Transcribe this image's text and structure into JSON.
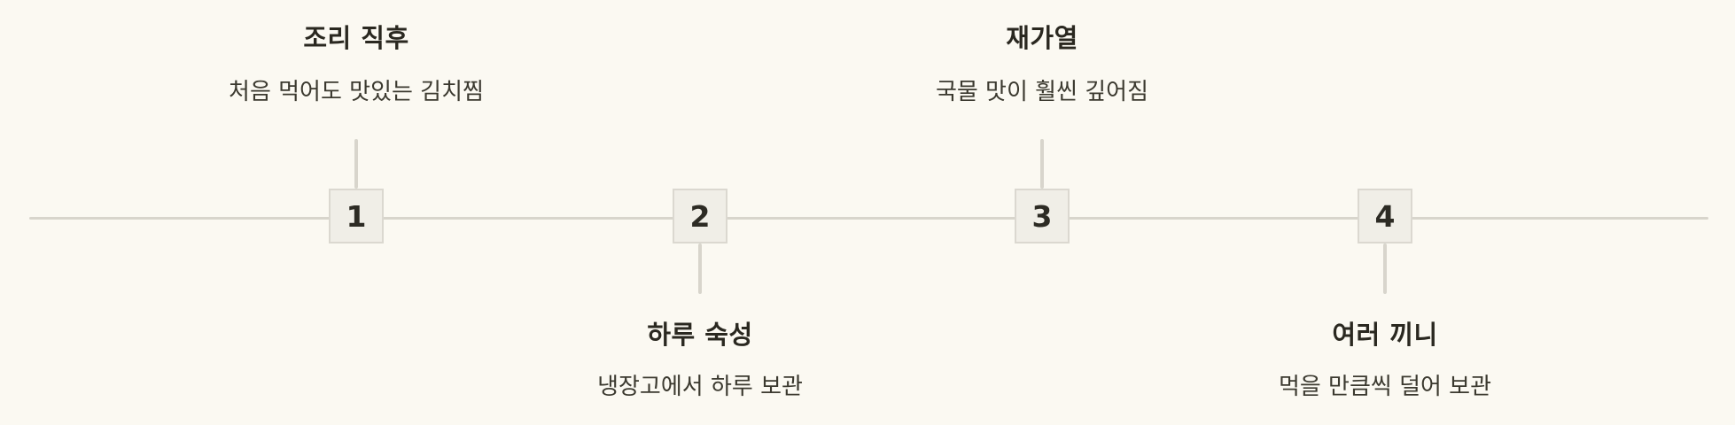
{
  "diagram": {
    "type": "timeline",
    "background_color": "#FBF9F2",
    "line_color": "#D8D5CC",
    "box_fill_color": "#F0EEE7",
    "box_border_color": "#DBD8D0",
    "title_color": "#2A2820",
    "subtitle_color": "#3B392F",
    "number_color": "#2D2B24",
    "steps": [
      {
        "number": "1",
        "title": "조리 직후",
        "subtitle": "처음 먹어도 맛있는 김치찜",
        "label_position": "above"
      },
      {
        "number": "2",
        "title": "하루 숙성",
        "subtitle": "냉장고에서 하루 보관",
        "label_position": "below"
      },
      {
        "number": "3",
        "title": "재가열",
        "subtitle": "국물 맛이 훨씬 깊어짐",
        "label_position": "above"
      },
      {
        "number": "4",
        "title": "여러 끼니",
        "subtitle": "먹을 만큼씩 덜어 보관",
        "label_position": "below"
      }
    ]
  }
}
